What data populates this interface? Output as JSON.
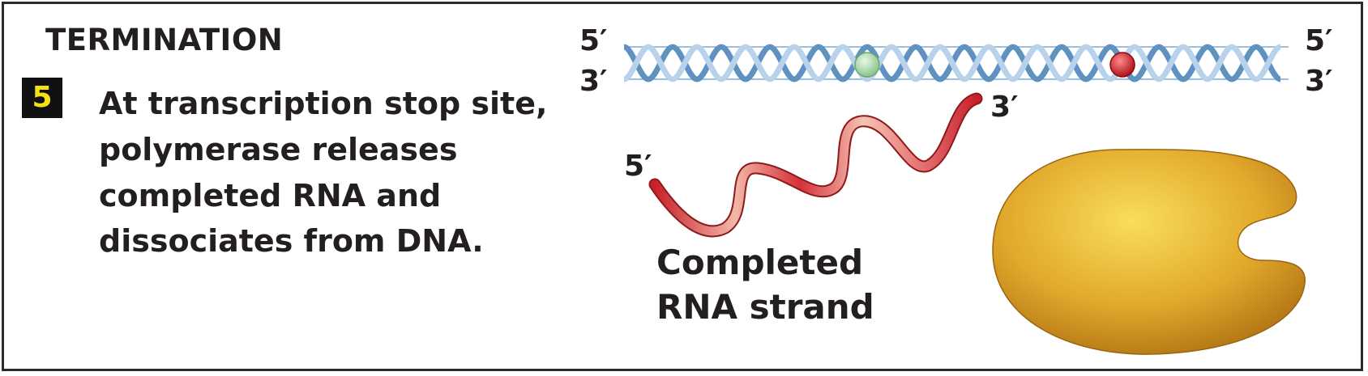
{
  "heading": "TERMINATION",
  "step": {
    "number": "5",
    "lines": [
      "At transcription stop site,",
      "polymerase releases",
      "completed RNA and",
      "dissociates from DNA."
    ]
  },
  "dna": {
    "left_top": "5′",
    "left_bottom": "3′",
    "right_top": "5′",
    "right_bottom": "3′"
  },
  "rna": {
    "end_5": "5′",
    "end_3": "3′",
    "caption_line1": "Completed",
    "caption_line2": "RNA strand"
  },
  "colors": {
    "badge_bg": "#111111",
    "badge_text": "#f5e118",
    "dna_strand": "#6f9fc8",
    "rna": "#d83a3a",
    "polymerase": "#e0a526",
    "marker_green": "#9fd39f",
    "marker_red": "#c8141e"
  }
}
